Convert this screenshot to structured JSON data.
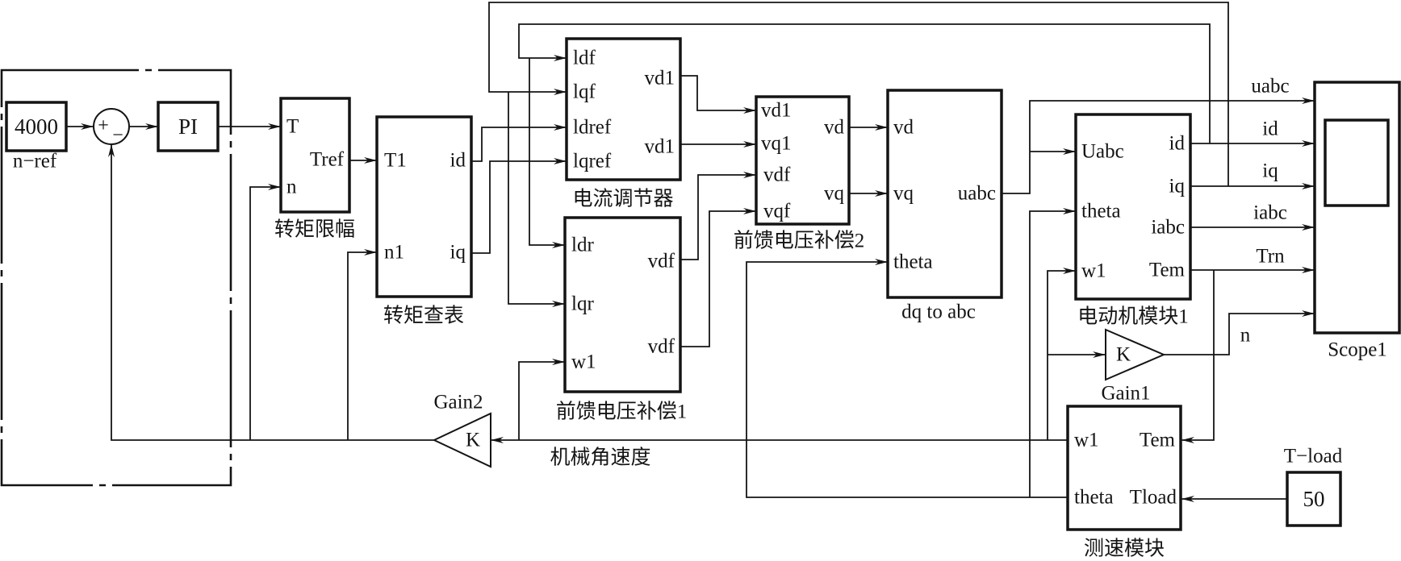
{
  "blocks": {
    "n_ref": {
      "value": "4000",
      "label": "n−ref"
    },
    "sum": {
      "plus": "+",
      "minus": "−"
    },
    "pi": {
      "label": "PI"
    },
    "torque_limiter": {
      "title": "转矩限幅",
      "inputs": [
        "T",
        "n"
      ],
      "outputs": [
        "Tref"
      ]
    },
    "torque_lookup": {
      "title": "转矩查表",
      "inputs": [
        "T1",
        "n1"
      ],
      "outputs": [
        "id",
        "iq"
      ]
    },
    "current_regulator": {
      "title": "电流调节器",
      "inputs": [
        "ldf",
        "lqf",
        "ldref",
        "lqref"
      ],
      "outputs": [
        "vd1",
        "vd1"
      ]
    },
    "feedforward_1": {
      "title": "前馈电压补偿1",
      "inputs": [
        "ldr",
        "lqr",
        "w1"
      ],
      "outputs": [
        "vdf",
        "vdf"
      ]
    },
    "feedforward_2": {
      "title": "前馈电压补偿2",
      "inputs": [
        "vd1",
        "vq1",
        "vdf",
        "vqf"
      ],
      "outputs": [
        "vd",
        "vq"
      ]
    },
    "dq_to_abc": {
      "title": "dq to abc",
      "inputs": [
        "vd",
        "vq",
        "theta"
      ],
      "outputs": [
        "uabc"
      ]
    },
    "motor": {
      "title": "电动机模块1",
      "inputs": [
        "Uabc",
        "theta",
        "w1"
      ],
      "outputs": [
        "id",
        "iq",
        "iabc",
        "Tem"
      ]
    },
    "scope": {
      "title": "Scope1"
    },
    "gain1": {
      "title": "Gain1",
      "symbol": "K"
    },
    "gain2": {
      "title": "Gain2",
      "symbol": "K"
    },
    "speed_measure": {
      "title": "测速模块",
      "left_ports": [
        "w1",
        "theta"
      ],
      "right_ports": [
        "Tem",
        "Tload"
      ]
    },
    "t_load": {
      "title": "T−load",
      "value": "50"
    }
  },
  "signal_labels": {
    "uabc": "uabc",
    "id": "id",
    "iq": "iq",
    "iabc": "iabc",
    "trn": "Trn",
    "n": "n",
    "mech_speed": "机械角速度"
  }
}
